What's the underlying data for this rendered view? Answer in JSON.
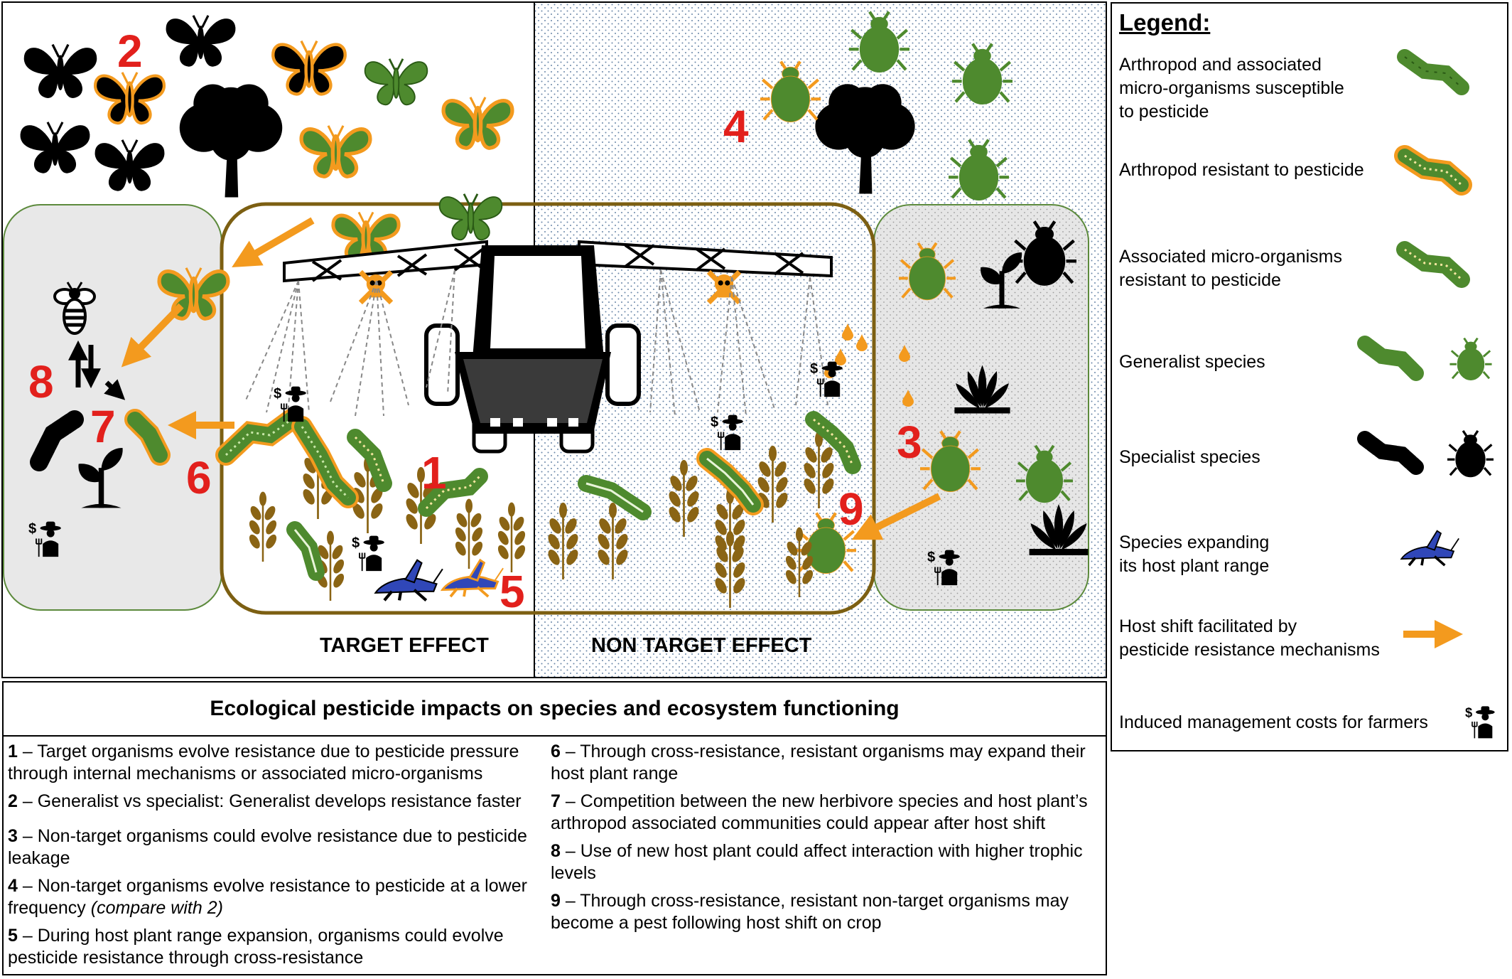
{
  "diagram": {
    "numbers": [
      "1",
      "2",
      "3",
      "4",
      "5",
      "6",
      "7",
      "8",
      "9"
    ],
    "labels": {
      "target": "TARGET EFFECT",
      "non_target": "NON TARGET EFFECT"
    },
    "farmer_symbol": "$"
  },
  "legend": {
    "title": "Legend:",
    "items": [
      {
        "label": "Arthropod and associated\nmicro-organisms susceptible\nto pesticide",
        "icon": "green-caterpillar-icon"
      },
      {
        "label": "Arthropod resistant to pesticide",
        "icon": "orange-outlined-caterpillar-icon"
      },
      {
        "label": "Associated micro-organisms\nresistant to pesticide",
        "icon": "dotted-caterpillar-icon"
      },
      {
        "label": "Generalist species",
        "icon": "green-caterpillar-and-beetle-icon"
      },
      {
        "label": "Specialist species",
        "icon": "black-caterpillar-and-beetle-icon"
      },
      {
        "label": "Species expanding\nits host plant range",
        "icon": "blue-grasshopper-icon"
      },
      {
        "label": "Host shift facilitated by\npesticide resistance mechanisms",
        "icon": "orange-arrow-icon"
      },
      {
        "label": "Induced management costs for farmers",
        "icon": "farmer-icon"
      }
    ]
  },
  "description": {
    "title": "Ecological pesticide impacts on species and ecosystem functioning",
    "items": [
      {
        "n": "1",
        "text": " – Target organisms evolve resistance due to pesticide pressure through internal mechanisms or associated micro-organisms"
      },
      {
        "n": "2",
        "text": " – Generalist vs specialist: Generalist develops resistance faster"
      },
      {
        "n": "3",
        "text": " – Non-target organisms could evolve resistance due to pesticide leakage"
      },
      {
        "n": "4",
        "text": " – Non-target organisms evolve resistance to pesticide at a lower frequency ",
        "italic": "(compare with 2)"
      },
      {
        "n": "5",
        "text": " – During host plant range expansion, organisms could evolve pesticide resistance through cross-resistance"
      },
      {
        "n": "6",
        "text": " – Through cross-resistance, resistant organisms may expand their host plant range"
      },
      {
        "n": "7",
        "text": " – Competition between the new herbivore species and host plant’s arthropod associated communities could appear after host shift"
      },
      {
        "n": "8",
        "text": " – Use of new host plant could affect interaction with higher trophic levels"
      },
      {
        "n": "9",
        "text": " – Through cross-resistance, resistant non-target organisms may become a pest following host shift on crop"
      }
    ]
  },
  "colors": {
    "green": "#4e8a2e",
    "orange": "#f39a1e",
    "wheat": "#8a6414",
    "red": "#e2201c",
    "grey_box": "#e8e8e8",
    "box_border": "#7c5f12",
    "blue": "#3047b8"
  }
}
